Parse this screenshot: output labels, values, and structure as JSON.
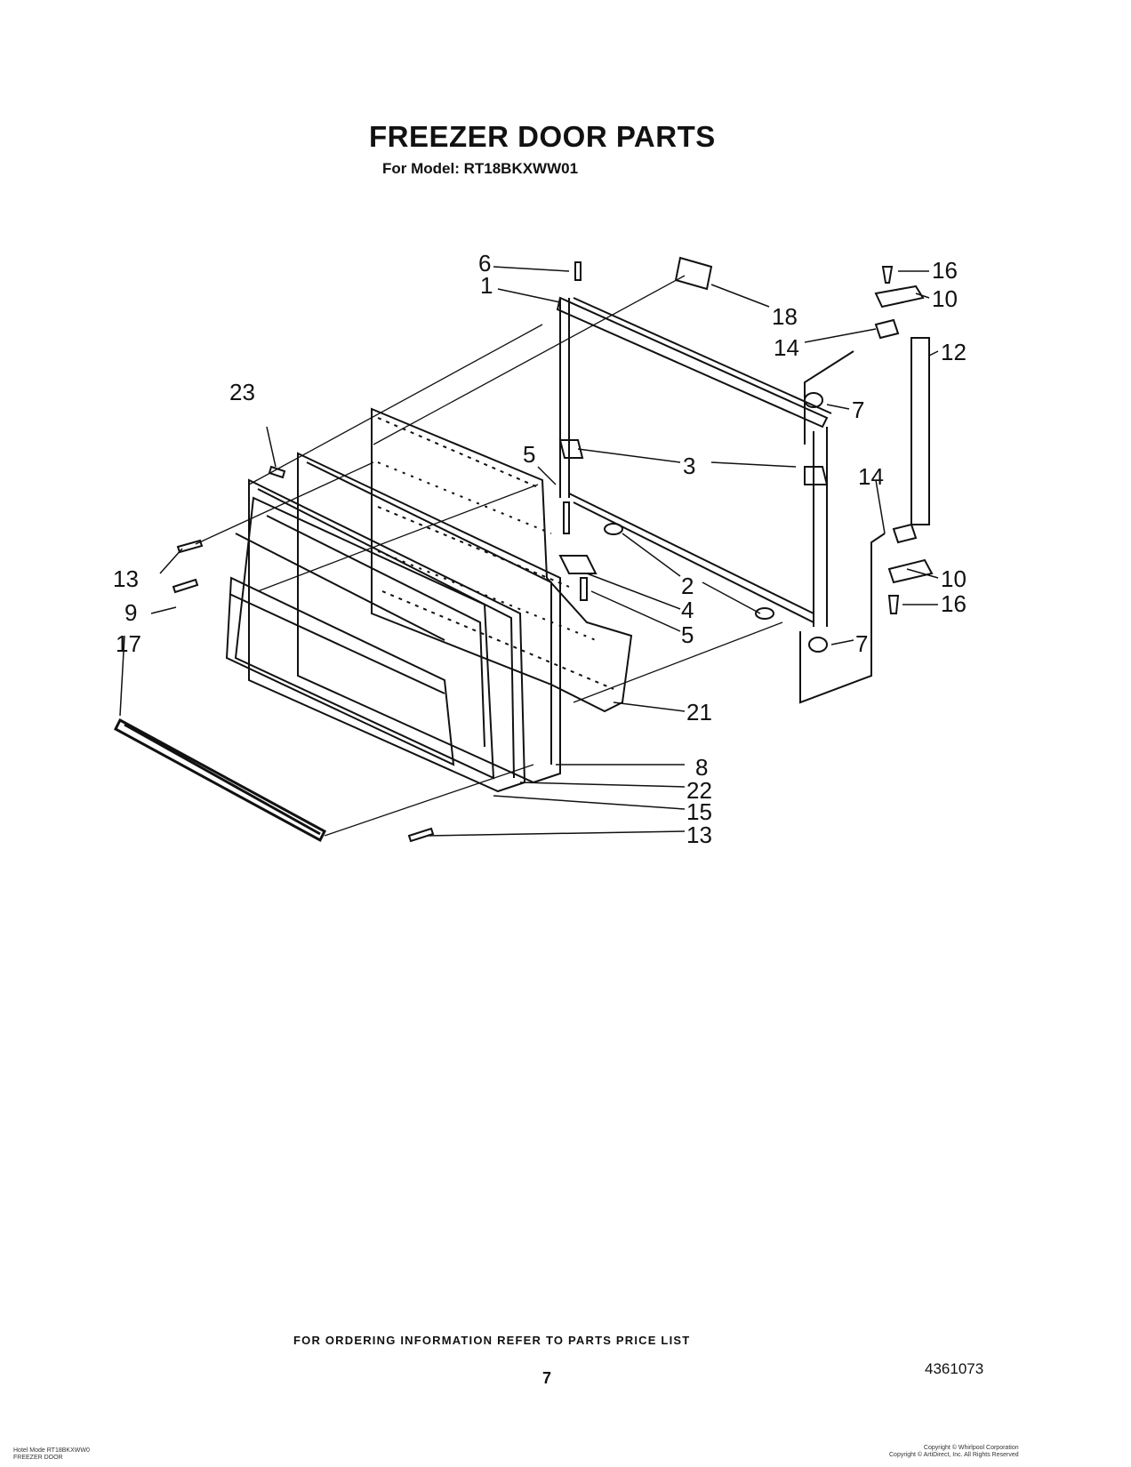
{
  "header": {
    "title": "FREEZER DOOR PARTS",
    "subtitle": "For Model: RT18BKXWW01"
  },
  "diagram": {
    "callouts": [
      {
        "id": "c6",
        "label": "6"
      },
      {
        "id": "c1",
        "label": "1"
      },
      {
        "id": "c18",
        "label": "18"
      },
      {
        "id": "c16a",
        "label": "16"
      },
      {
        "id": "c10a",
        "label": "10"
      },
      {
        "id": "c14a",
        "label": "14"
      },
      {
        "id": "c12",
        "label": "12"
      },
      {
        "id": "c7a",
        "label": "7"
      },
      {
        "id": "c23",
        "label": "23"
      },
      {
        "id": "c5a",
        "label": "5"
      },
      {
        "id": "c3",
        "label": "3"
      },
      {
        "id": "c14b",
        "label": "14"
      },
      {
        "id": "c13a",
        "label": "13"
      },
      {
        "id": "c2",
        "label": "2"
      },
      {
        "id": "c10b",
        "label": "10"
      },
      {
        "id": "c16b",
        "label": "16"
      },
      {
        "id": "c4",
        "label": "4"
      },
      {
        "id": "c9",
        "label": "9"
      },
      {
        "id": "c5b",
        "label": "5"
      },
      {
        "id": "c7b",
        "label": "7"
      },
      {
        "id": "c17",
        "label": "17"
      },
      {
        "id": "c21",
        "label": "21"
      },
      {
        "id": "c8",
        "label": "8"
      },
      {
        "id": "c22",
        "label": "22"
      },
      {
        "id": "c15",
        "label": "15"
      },
      {
        "id": "c13b",
        "label": "13"
      }
    ]
  },
  "footer": {
    "ordering_note": "FOR ORDERING INFORMATION REFER TO PARTS PRICE LIST",
    "page_number": "7",
    "document_number": "4361073",
    "model_line_1": "Hotel Mode RT18BKXWW0",
    "model_line_2": "FREEZER DOOR",
    "copyright_line_1": "Copyright © Whirlpool Corporation",
    "copyright_line_2": "Copyright © ArtiDirect, Inc. All Rights Reserved"
  }
}
